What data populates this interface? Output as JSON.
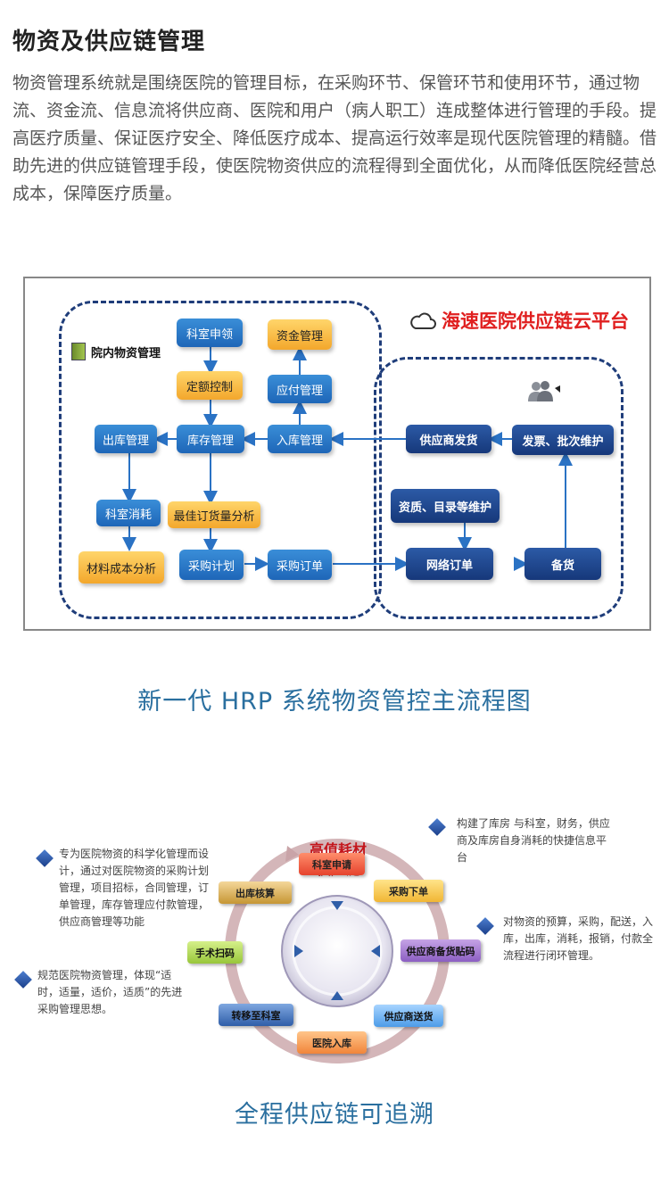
{
  "header": {
    "title": "物资及供应链管理",
    "paragraph": "物资管理系统就是围绕医院的管理目标，在采购环节、保管环节和使用环节，通过物流、资金流、信息流将供应商、医院和用户（病人职工）连成整体进行管理的手段。提高医疗质量、保证医疗安全、降低医疗成本、提高运行效率是现代医院管理的精髓。借助先进的供应链管理手段，使医院物资供应的流程得到全面优化，从而降低医院经营总成本，保障医疗质量。"
  },
  "diagram1": {
    "cloud_title": "海速医院供应链云平台",
    "inhouse_label": "院内物资管理",
    "nodes": {
      "dept_apply": "科室申领",
      "quota_control": "定额控制",
      "outbound": "出库管理",
      "inventory": "库存管理",
      "dept_consume": "科室消耗",
      "optimal_order": "最佳订货量分析",
      "material_cost": "材料成本分析",
      "purchase_plan": "采购计划",
      "purchase_order": "采购订单",
      "funds": "资金管理",
      "payable": "应付管理",
      "inbound": "入库管理",
      "supplier_ship": "供应商发货",
      "invoice_batch": "发票、批次维护",
      "qualification": "资质、目录等维护",
      "online_order": "网络订单",
      "stock_prep": "备货"
    },
    "caption": "新一代 HRP 系统物资管控主流程图"
  },
  "diagram2": {
    "center": "高值耗材供应链",
    "center_line1": "高值耗材",
    "center_line2": "供应链",
    "steps": {
      "dept_request": "科室申请",
      "purchase_order": "采购下单",
      "supplier_stock": "供应商备货贴码",
      "supplier_deliver": "供应商送货",
      "hospital_inbound": "医院入库",
      "move_to_dept": "转移至科室",
      "surgery_scan": "手术扫码",
      "outbound_settle": "出库核算"
    },
    "annotations": {
      "top_right": "构建了库房 与科室，财务，供应商及库房自身消耗的快捷信息平台",
      "right": "对物资的预算，采购，配送，入库，出库，消耗，报销，付款全流程进行闭环管理。",
      "top_left": "专为医院物资的科学化管理而设计，通过对医院物资的采购计划管理，项目招标，合同管理，订单管理，库存管理应付款管理，供应商管理等功能",
      "left": "规范医院物资管理，体现“适时，适量，适价，适质”的先进采购管理思想。"
    },
    "caption": "全程供应链可追溯"
  },
  "colors": {
    "caption": "#2a6f9f",
    "cloud_title": "#e01f1f",
    "dashed_border": "#1f3d7a",
    "center_text": "#c4161c"
  }
}
